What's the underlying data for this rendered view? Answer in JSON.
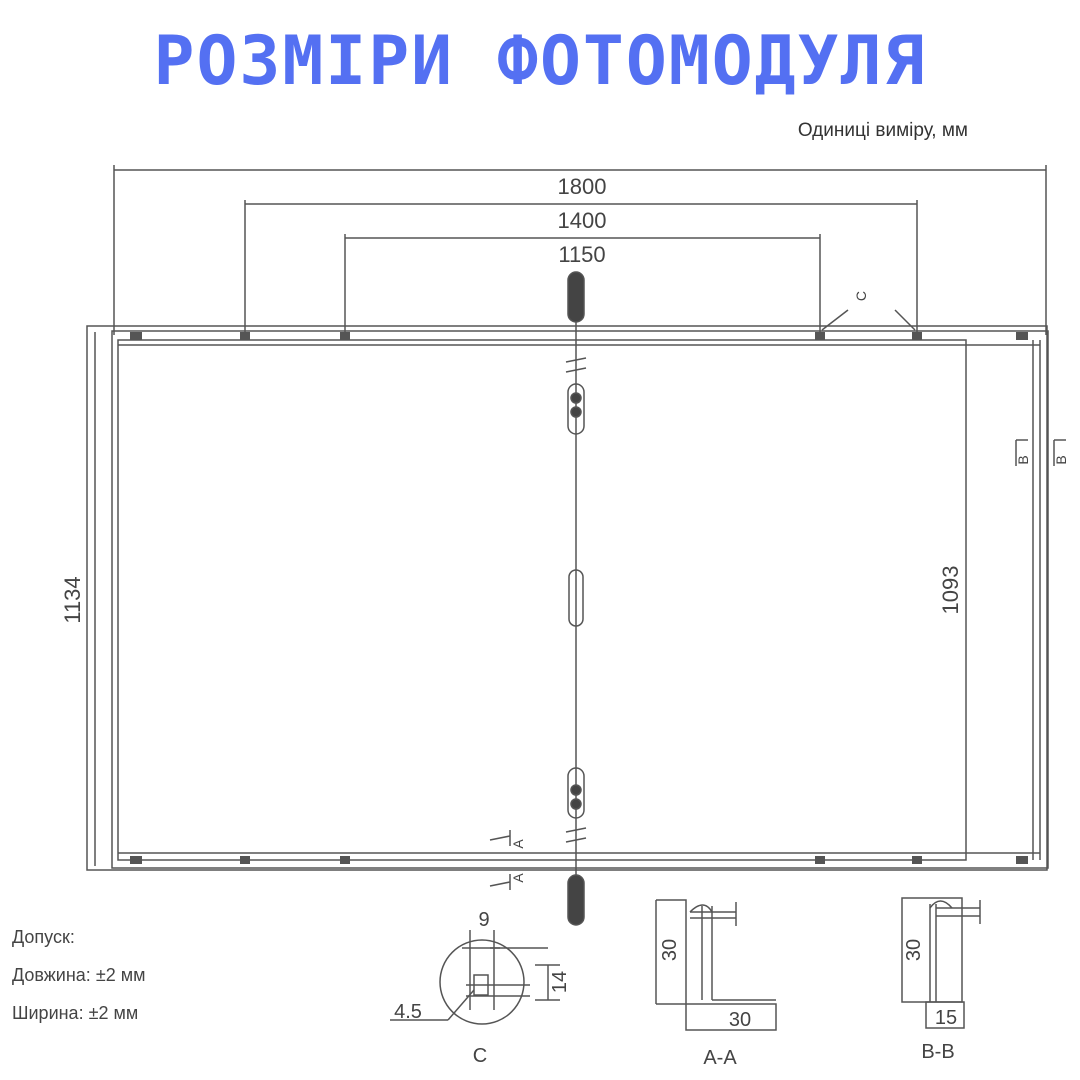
{
  "title": "РОЗМІРИ ФОТОМОДУЛЯ",
  "units_note": "Одиниці виміру, мм",
  "dimensions": {
    "length_outer": "1800",
    "hole_spacing_outer": "1400",
    "hole_spacing_inner": "1150",
    "width_outer": "1134",
    "width_inner": "1093"
  },
  "markers": {
    "c": "C",
    "a": "A",
    "b": "B"
  },
  "detail_c": {
    "label": "C",
    "dim_top": "9",
    "dim_right": "14",
    "dim_left": "4.5"
  },
  "section_aa": {
    "label": "A-A",
    "height": "30",
    "width": "30"
  },
  "section_bb": {
    "label": "B-B",
    "height": "30",
    "width": "15"
  },
  "tolerance": {
    "heading": "Допуск:",
    "length": "Довжина: ±2 мм",
    "width": "Ширина: ±2 мм"
  },
  "colors": {
    "title": "#5470F2",
    "lines": "#555555"
  }
}
